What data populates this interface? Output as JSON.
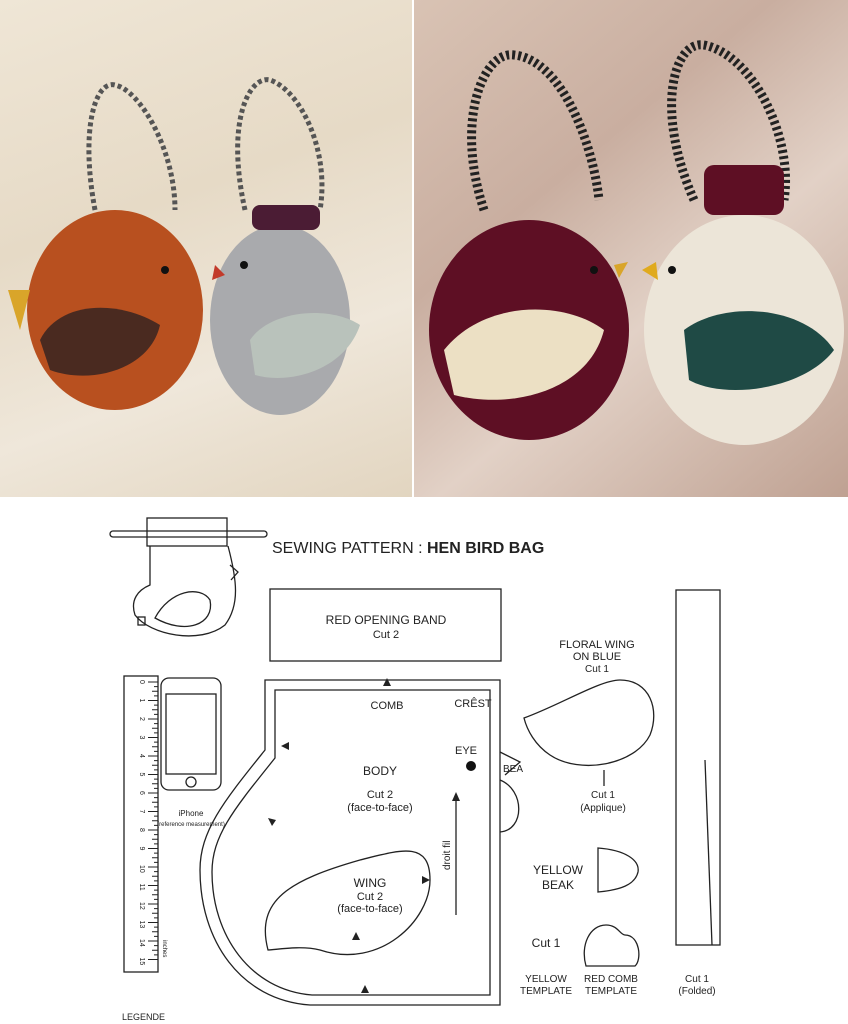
{
  "title_prefix": "SEWING PATTERN : ",
  "title_bold": "HEN BIRD BAG",
  "opening_band": {
    "label": "RED OPENING BAND",
    "cut": "Cut 2"
  },
  "body": {
    "label": "BODY",
    "cut": "Cut 2",
    "note": "(face-to-face)",
    "comb": "COMB",
    "crest": "CRÊST",
    "eye": "EYE",
    "beak": "BEA",
    "grain": "droit fil"
  },
  "wing": {
    "label": "WING",
    "cut": "Cut 2",
    "note": "(face-to-face)"
  },
  "floral_wing": {
    "line1": "FLORAL WING",
    "line2": "ON BLUE",
    "cut": "Cut 1",
    "cut2": "Cut 1",
    "note": "(Applique)"
  },
  "beak": {
    "line1": "YELLOW",
    "line2": "BEAK"
  },
  "templates": {
    "cut": "Cut 1",
    "yellow1": "YELLOW",
    "yellow2": "TEMPLATE",
    "comb1": "RED COMB",
    "comb2": "TEMPLATE"
  },
  "strap": {
    "cut": "Cut 1",
    "note": "(Folded)"
  },
  "phone": {
    "label": "iPhone",
    "note": "(reference measurement)"
  },
  "ruler": {
    "ticks": [
      "0",
      "1",
      "2",
      "3",
      "4",
      "5",
      "6",
      "7",
      "8",
      "9",
      "10",
      "11",
      "12",
      "13",
      "14",
      "15"
    ],
    "unit": "inches"
  },
  "legend": "LEGENDE"
}
